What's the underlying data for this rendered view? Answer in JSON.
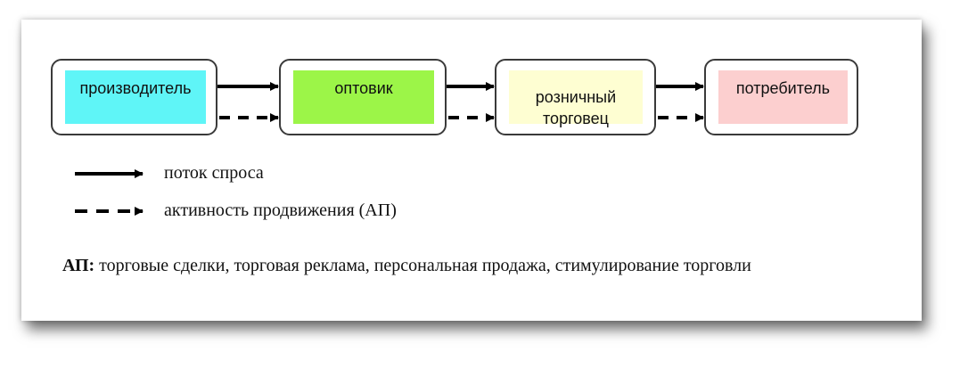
{
  "nodes": [
    {
      "label": "производитель",
      "color": "#5ff5f7"
    },
    {
      "label": "оптовик",
      "color": "#9cf548"
    },
    {
      "label": "розничный\nторговец",
      "color": "#fefed2"
    },
    {
      "label": "потребитель",
      "color": "#fccfcf"
    }
  ],
  "legend": {
    "solid": "поток спроса",
    "dashed": "активность продвижения (АП)"
  },
  "note": {
    "term": "АП:",
    "text": " торговые сделки, торговая реклама, персональная продажа, стимулирование торговли"
  },
  "colors": {
    "stroke": "#000000",
    "border": "#3a3a3a"
  }
}
